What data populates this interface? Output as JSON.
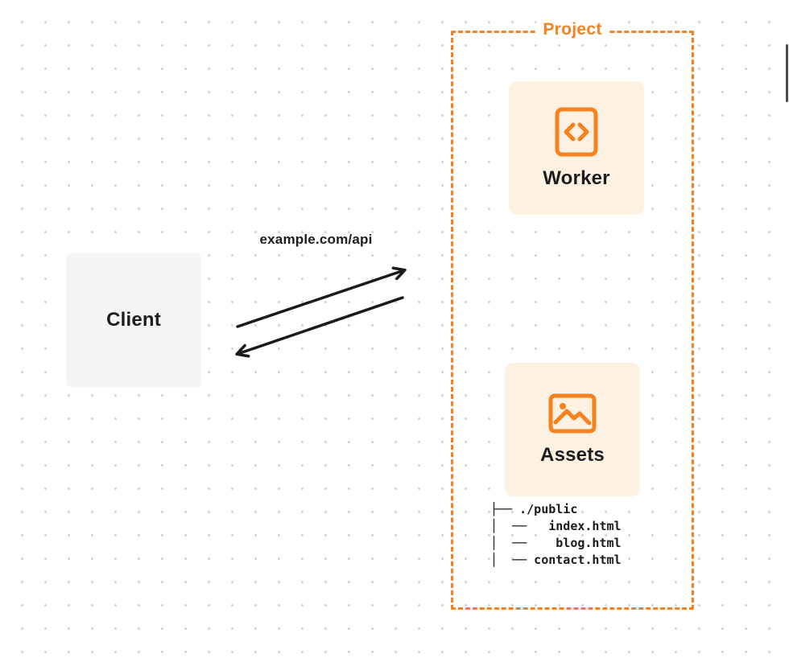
{
  "colors": {
    "orange": "#F6821F",
    "card_bg": "#FDF1E2",
    "client_bg": "#F5F5F5",
    "text_dark": "#1D1D1F"
  },
  "client": {
    "label": "Client"
  },
  "request": {
    "label": "example.com/api"
  },
  "project": {
    "label": "Project",
    "worker": {
      "label": "Worker",
      "icon": "code-icon"
    },
    "assets": {
      "label": "Assets",
      "icon": "image-icon"
    },
    "file_tree": "├── ./public\n│  ──   index.html\n│  ──    blog.html\n│  ── contact.html"
  }
}
